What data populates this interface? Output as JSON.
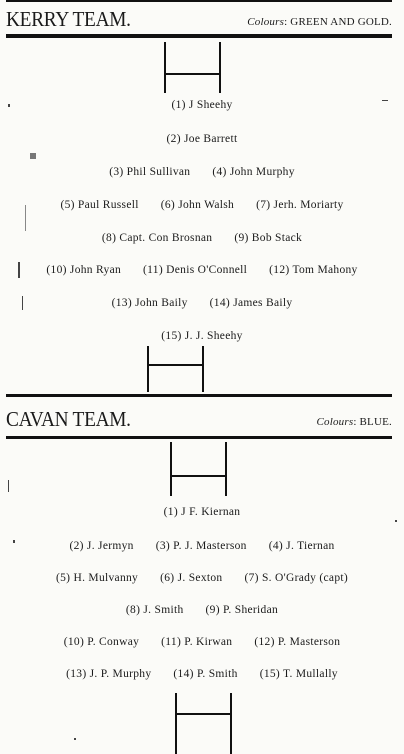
{
  "kerry": {
    "name": "KERRY TEAM.",
    "colours_label": "Colours",
    "colours_value": ": GREEN AND GOLD.",
    "rows": [
      [
        "(1) J  Sheehy"
      ],
      [
        "(2) Joe Barrett"
      ],
      [
        "(3) Phil Sullivan",
        "(4) John Murphy"
      ],
      [
        "(5) Paul Russell",
        "(6) John Walsh",
        "(7) Jerh. Moriarty"
      ],
      [
        "(8) Capt. Con Brosnan",
        "(9) Bob Stack"
      ],
      [
        "(10) John Ryan",
        "(11) Denis O'Connell",
        "(12) Tom Mahony"
      ],
      [
        "(13) John Baily",
        "(14) James Baily"
      ],
      [
        "(15) J. J. Sheehy"
      ]
    ]
  },
  "cavan": {
    "name": "CAVAN TEAM.",
    "colours_label": "Colours",
    "colours_value": ": BLUE.",
    "rows": [
      [
        "(1) J  F. Kiernan"
      ],
      [
        "(2) J. Jermyn",
        "(3) P. J. Masterson",
        "(4) J. Tiernan"
      ],
      [
        "(5) H. Mulvanny",
        "(6) J. Sexton",
        "(7) S. O'Grady (capt)"
      ],
      [
        "(8) J. Smith",
        "(9) P. Sheridan"
      ],
      [
        "(10) P. Conway",
        "(11) P. Kirwan",
        "(12) P. Masterson"
      ],
      [
        "(13) J. P. Murphy",
        "(14) P. Smith",
        "(15) T. Mullally"
      ]
    ]
  }
}
